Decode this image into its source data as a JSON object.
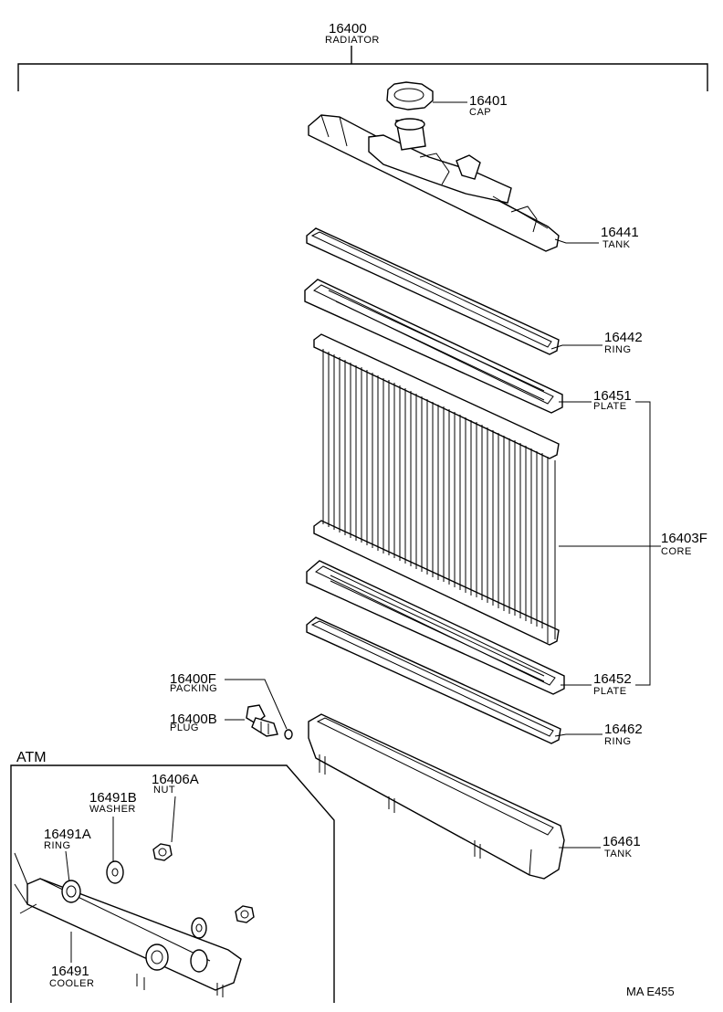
{
  "parts": {
    "radiator": {
      "number": "16400",
      "name": "RADIATOR"
    },
    "cap": {
      "number": "16401",
      "name": "CAP"
    },
    "upper_tank": {
      "number": "16441",
      "name": "TANK"
    },
    "upper_ring": {
      "number": "16442",
      "name": "RING"
    },
    "upper_plate": {
      "number": "16451",
      "name": "PLATE"
    },
    "core": {
      "number": "16403F",
      "name": "CORE"
    },
    "lower_plate": {
      "number": "16452",
      "name": "PLATE"
    },
    "lower_ring": {
      "number": "16462",
      "name": "RING"
    },
    "lower_tank": {
      "number": "16461",
      "name": "TANK"
    },
    "packing": {
      "number": "16400F",
      "name": "PACKING"
    },
    "plug": {
      "number": "16400B",
      "name": "PLUG"
    },
    "nut": {
      "number": "16406A",
      "name": "NUT"
    },
    "washer": {
      "number": "16491B",
      "name": "WASHER"
    },
    "ring_a": {
      "number": "16491A",
      "name": "RING"
    },
    "cooler": {
      "number": "16491",
      "name": "COOLER"
    }
  },
  "atm_label": "ATM",
  "figure_code": "MA E455"
}
